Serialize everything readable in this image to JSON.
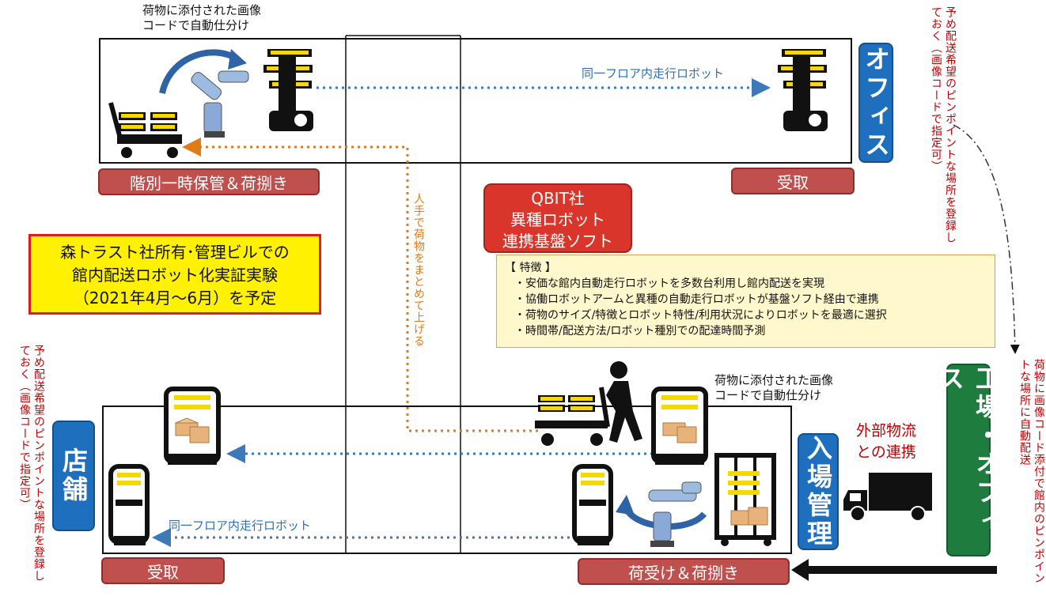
{
  "top_note": "荷物に添付された画像\nコードで自動仕分け",
  "top_route_label": "同一フロア内走行ロボット",
  "label_top_left": "階別一時保管＆荷捌き",
  "label_top_right": "受取",
  "office_label": "オフィス",
  "right_note_top": "予め配送希望のピンポイントな場所を登録しておく（画像コードで指定可）",
  "manual_note": "人手で荷物をまとめて上げる",
  "qbit": {
    "line1": "QBIT社",
    "line2": "異種ロボット",
    "line3": "連携基盤ソフト"
  },
  "mori_box": {
    "line1": "森トラスト社所有･管理ビルでの",
    "line2": "館内配送ロボット化実証実験",
    "line3": "（2021年4月～6月）を予定"
  },
  "features": {
    "heading": "【 特徴 】",
    "items": [
      "・安価な館内自動走行ロボットを多数台利用し館内配送を実現",
      "・協働ロボットアームと異種の自動走行ロボットが基盤ソフト経由で連携",
      "・荷物のサイズ/特徴とロボット特性/利用状況によりロボットを最適に選択",
      "・時間帯/配送方法/ロボット種別での配達時間予測"
    ]
  },
  "left_note": "予め配送希望のピンポイントな場所を登録しておく（画像コードで指定可）",
  "store_label": "店舗",
  "bottom_note": "荷物に添付された画像\nコードで自動仕分け",
  "external_logistics": {
    "line1": "外部物流",
    "line2": "との連携"
  },
  "entry_label": "入場管理",
  "factory_label": "工場・オフィス",
  "right_note_bottom": "荷物に画像コード添付で館内のピンポイントな場所に自動配送",
  "bottom_route_label": "同一フロア内走行ロボット",
  "label_bottom_left": "受取",
  "label_bottom_right": "荷受け＆荷捌き"
}
